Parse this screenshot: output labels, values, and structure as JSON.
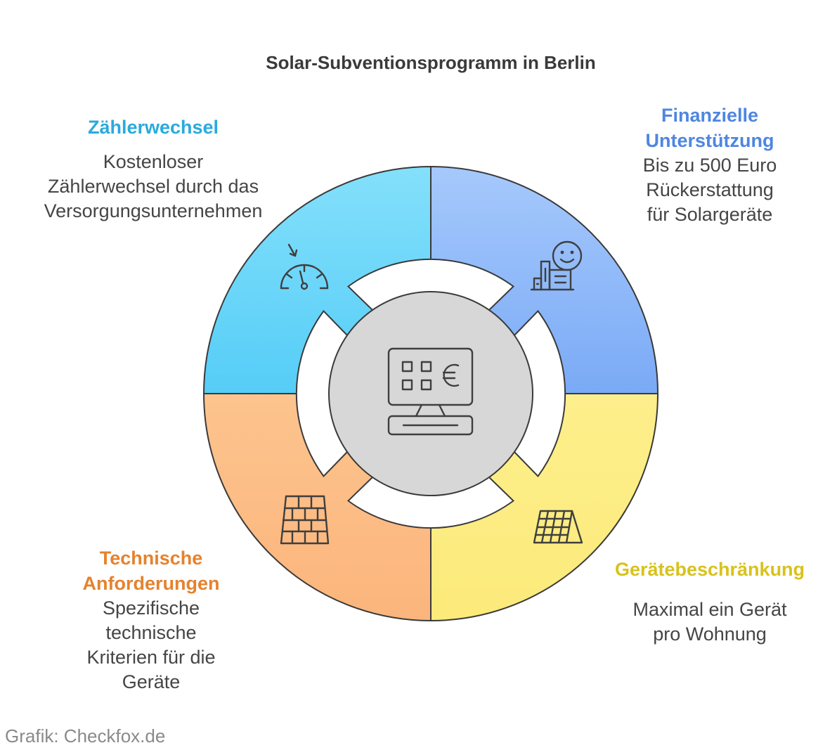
{
  "title": "Solar-Subventionsprogramm in Berlin",
  "segments": [
    {
      "key": "tl",
      "heading": "Zählerwechsel",
      "lines": [
        "Kostenloser",
        "Zählerwechsel durch das",
        "Versorgungsunternehmen"
      ],
      "icon": "meter-gauge-icon",
      "color": "#7fd9f8",
      "heading_color": "#2aaadc"
    },
    {
      "key": "tr",
      "heading_lines": [
        "Finanzielle",
        "Unterstützung"
      ],
      "lines": [
        "Bis zu 500 Euro",
        "Rückerstattung",
        "für Solargeräte"
      ],
      "icon": "happy-building-icon",
      "color": "#9ec3fb",
      "heading_color": "#4f86e0"
    },
    {
      "key": "bl",
      "heading_lines": [
        "Technische",
        "Anforderungen"
      ],
      "lines": [
        "Spezifische",
        "technische",
        "Kriterien für die",
        "Geräte"
      ],
      "icon": "brick-wall-icon",
      "color": "#fdc08a",
      "heading_color": "#e5822e"
    },
    {
      "key": "br",
      "heading": "Gerätebeschränkung",
      "lines": [
        "Maximal ein Gerät",
        "pro Wohnung"
      ],
      "icon": "solar-panel-icon",
      "color": "#fdf08a",
      "heading_color": "#d8c21c"
    }
  ],
  "center_icon": "computer-euro-icon",
  "credit": "Grafik: Checkfox.de"
}
